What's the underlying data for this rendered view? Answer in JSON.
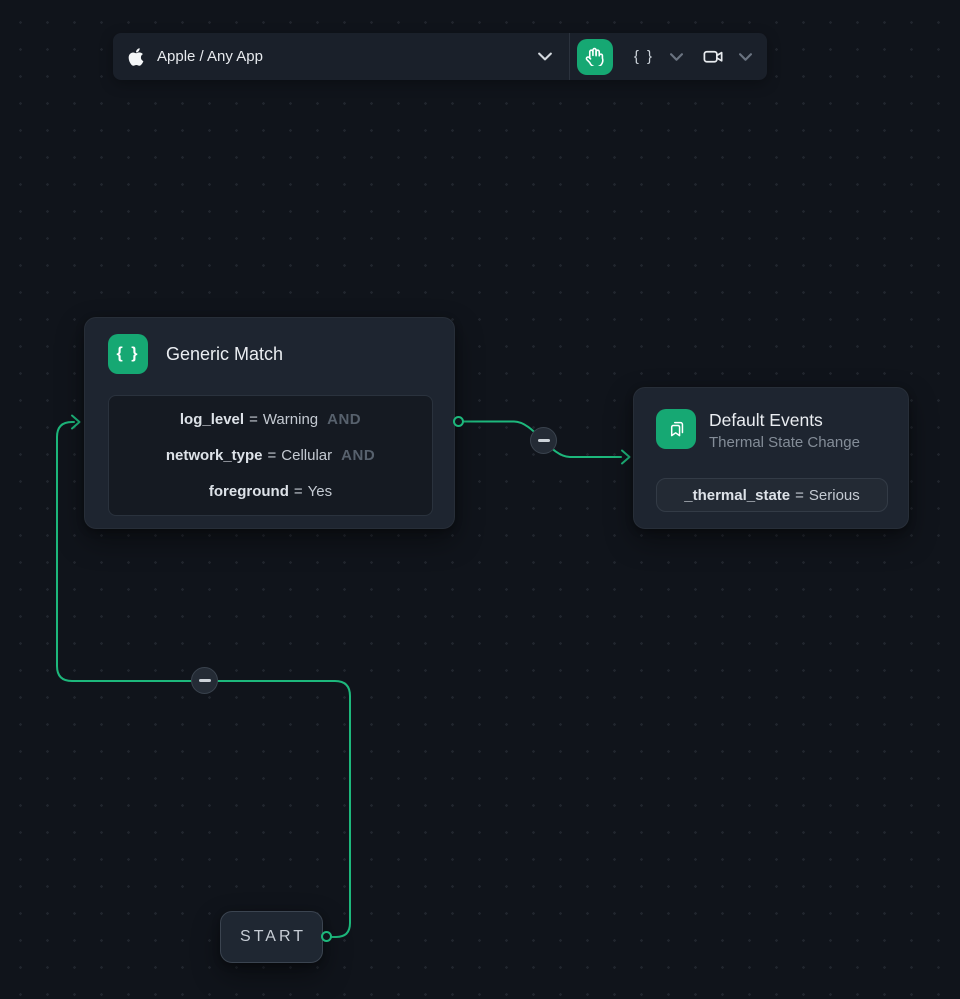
{
  "colors": {
    "accent_green": "#16a873",
    "edge_green": "#1db87c",
    "canvas_bg": "#10141b"
  },
  "toolbar": {
    "app_selector": {
      "icon": "apple-logo",
      "label": "Apple / Any App",
      "chevron_icon": "chevron-down-icon"
    },
    "hand_tool": {
      "icon": "hand-icon"
    },
    "code_tool": {
      "label": "{ }",
      "chevron_icon": "chevron-down-icon"
    },
    "record_tool": {
      "icon": "video-camera-icon",
      "chevron_icon": "chevron-down-icon"
    }
  },
  "nodes": {
    "generic_match": {
      "icon": "braces-icon",
      "icon_label": "{ }",
      "title": "Generic Match",
      "conditions": [
        {
          "field": "log_level",
          "operator": "=",
          "value": "Warning",
          "conjunction": "AND"
        },
        {
          "field": "network_type",
          "operator": "=",
          "value": "Cellular",
          "conjunction": "AND"
        },
        {
          "field": "foreground",
          "operator": "=",
          "value": "Yes",
          "conjunction": ""
        }
      ]
    },
    "default_events": {
      "icon": "bookmarks-icon",
      "title": "Default Events",
      "subtitle": "Thermal State Change",
      "condition": {
        "field": "_thermal_state",
        "operator": "=",
        "value": "Serious"
      }
    },
    "start": {
      "label": "START"
    }
  },
  "badges": {
    "collapse_symbol": "minus"
  }
}
